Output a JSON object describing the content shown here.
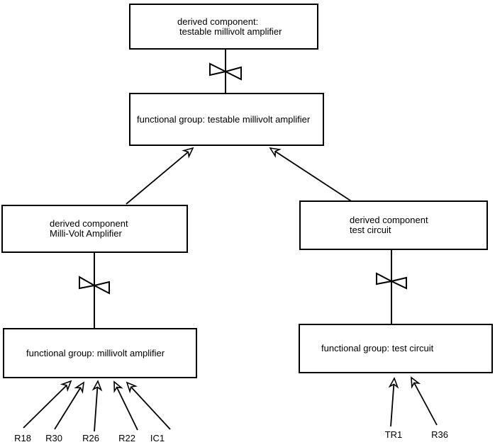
{
  "diagram": {
    "background_color": "#ffffff",
    "line_color": "#000000",
    "text_color": "#000000",
    "nodes": {
      "derived_testable": {
        "line1": "derived component:",
        "line2": "testable millivolt amplifier"
      },
      "fg_testable": {
        "label": "functional group: testable millivolt amplifier"
      },
      "derived_millivolt": {
        "line1": "derived component",
        "line2": "Milli-Volt Amplifier"
      },
      "fg_millivolt": {
        "label": "functional group: millivolt amplifier"
      },
      "derived_test": {
        "line1": "derived component",
        "line2": "test circuit"
      },
      "fg_test": {
        "label": "functional group: test circuit"
      }
    },
    "components": {
      "millivolt_amplifier": [
        "R18",
        "R30",
        "R26",
        "R22",
        "IC1"
      ],
      "test_circuit": [
        "TR1",
        "R36"
      ]
    },
    "icons": {
      "bowtie": "bowtie-decomposition-icon",
      "arrowhead": "arrowhead-icon"
    }
  }
}
